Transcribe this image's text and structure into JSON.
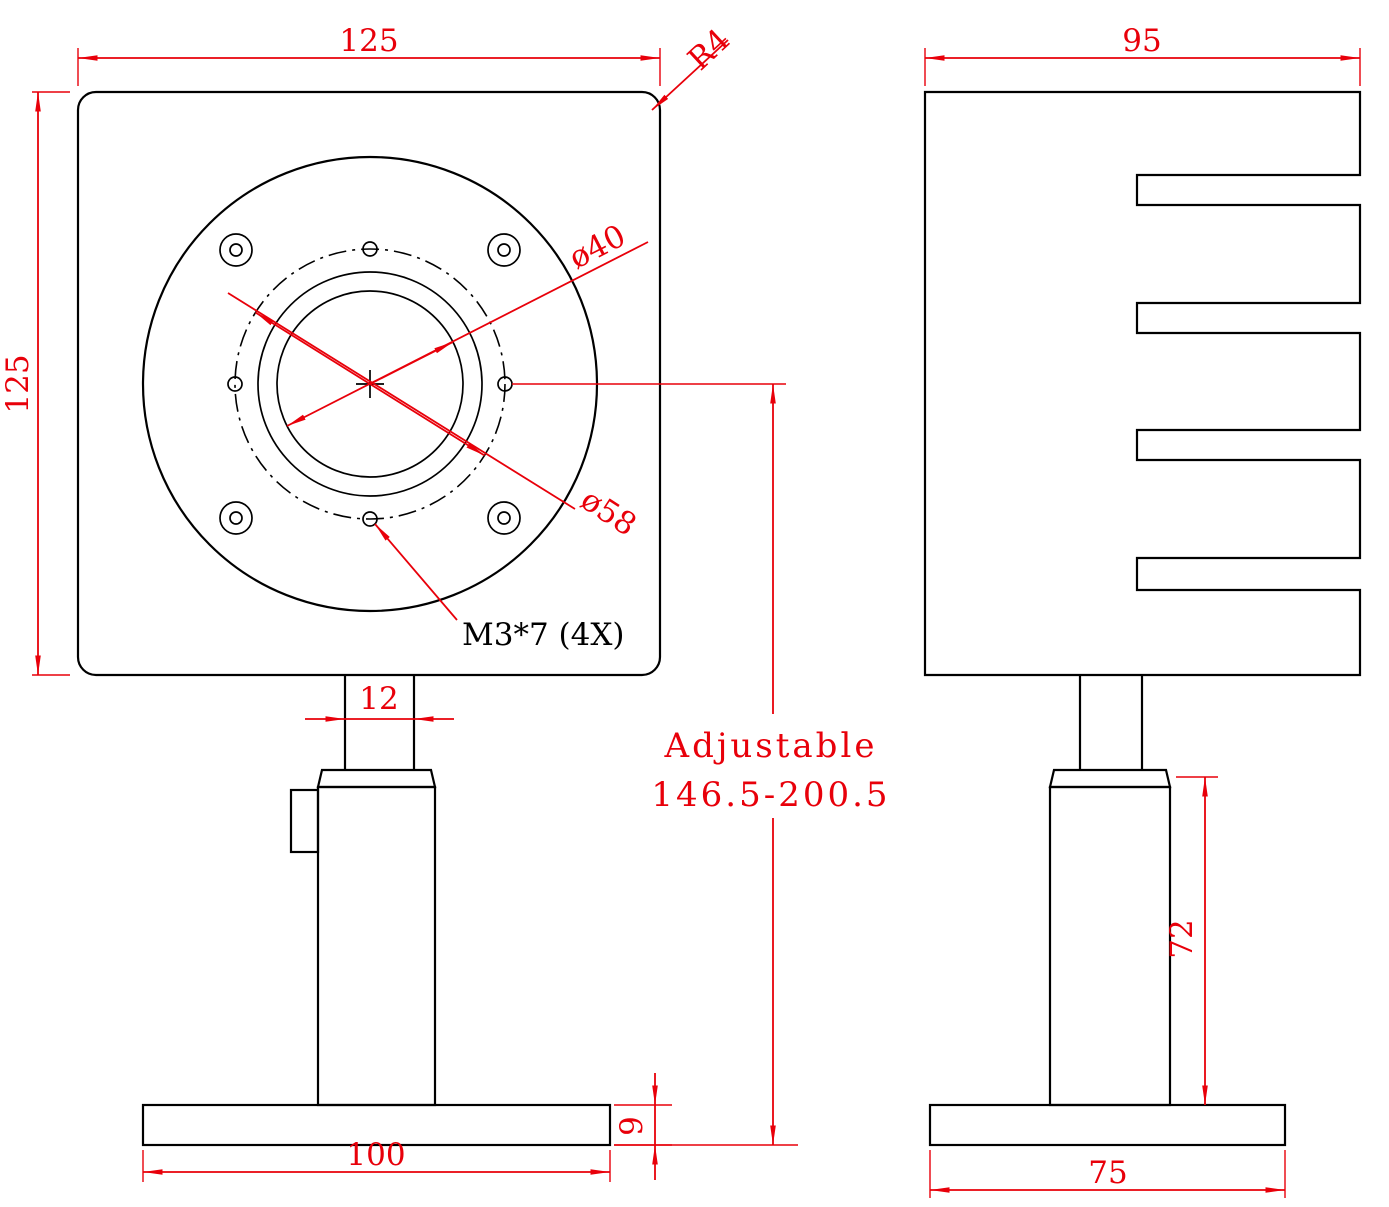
{
  "colors": {
    "outline": "#000000",
    "dimension": "#e8000a",
    "background": "#ffffff"
  },
  "front_view": {
    "dim_width": "125",
    "dim_height": "125",
    "corner_radius": "R4",
    "aperture_diameter": "ø40",
    "bolt_circle_diameter": "ø58",
    "thread_note": "M3*7 (4X)",
    "dim_stem_width": "12",
    "dim_base_width": "100",
    "dim_base_thickness": "9",
    "adjustable_line1": "Adjustable",
    "adjustable_line2": "146.5-200.5"
  },
  "side_view": {
    "dim_width": "95",
    "dim_post_height": "72",
    "dim_base_width": "75"
  }
}
